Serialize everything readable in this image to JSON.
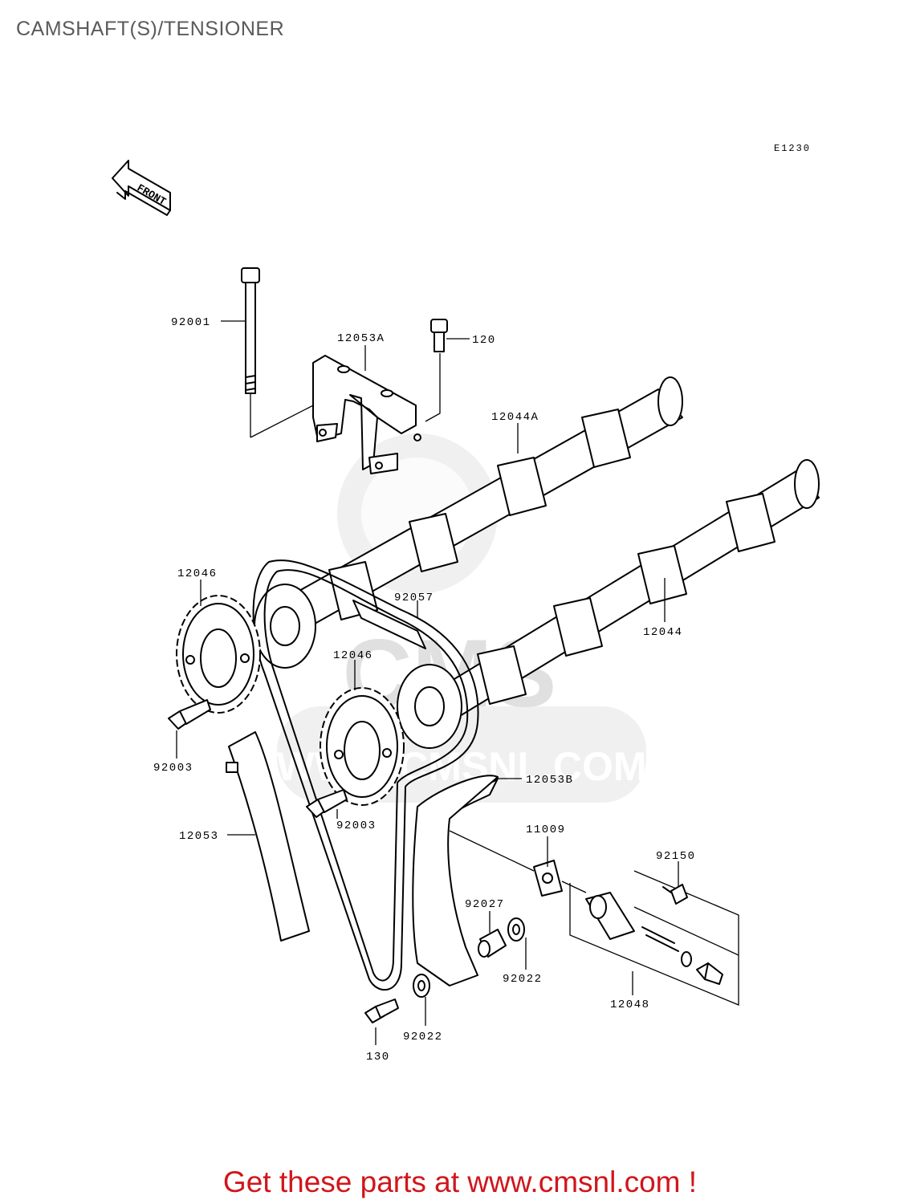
{
  "page": {
    "title": "CAMSHAFT(S)/TENSIONER",
    "diagram_code": "E1230"
  },
  "front_arrow": {
    "label": "FRONT"
  },
  "watermark": {
    "brand": "CMS",
    "url": "WWW.CMSNL.COM"
  },
  "parts": {
    "p92001": "92001",
    "p12053A": "12053A",
    "p120": "120",
    "p12044A": "12044A",
    "p12046_left": "12046",
    "p92057": "92057",
    "p12044": "12044",
    "p12046_center": "12046",
    "p92003_left": "92003",
    "p12053B": "12053B",
    "p12053": "12053",
    "p92003_center": "92003",
    "p11009": "11009",
    "p92150": "92150",
    "p92027": "92027",
    "p92022_right": "92022",
    "p12048": "12048",
    "p92022_bottom": "92022",
    "p130": "130"
  },
  "footer": {
    "promo": "Get these parts at www.cmsnl.com !"
  }
}
